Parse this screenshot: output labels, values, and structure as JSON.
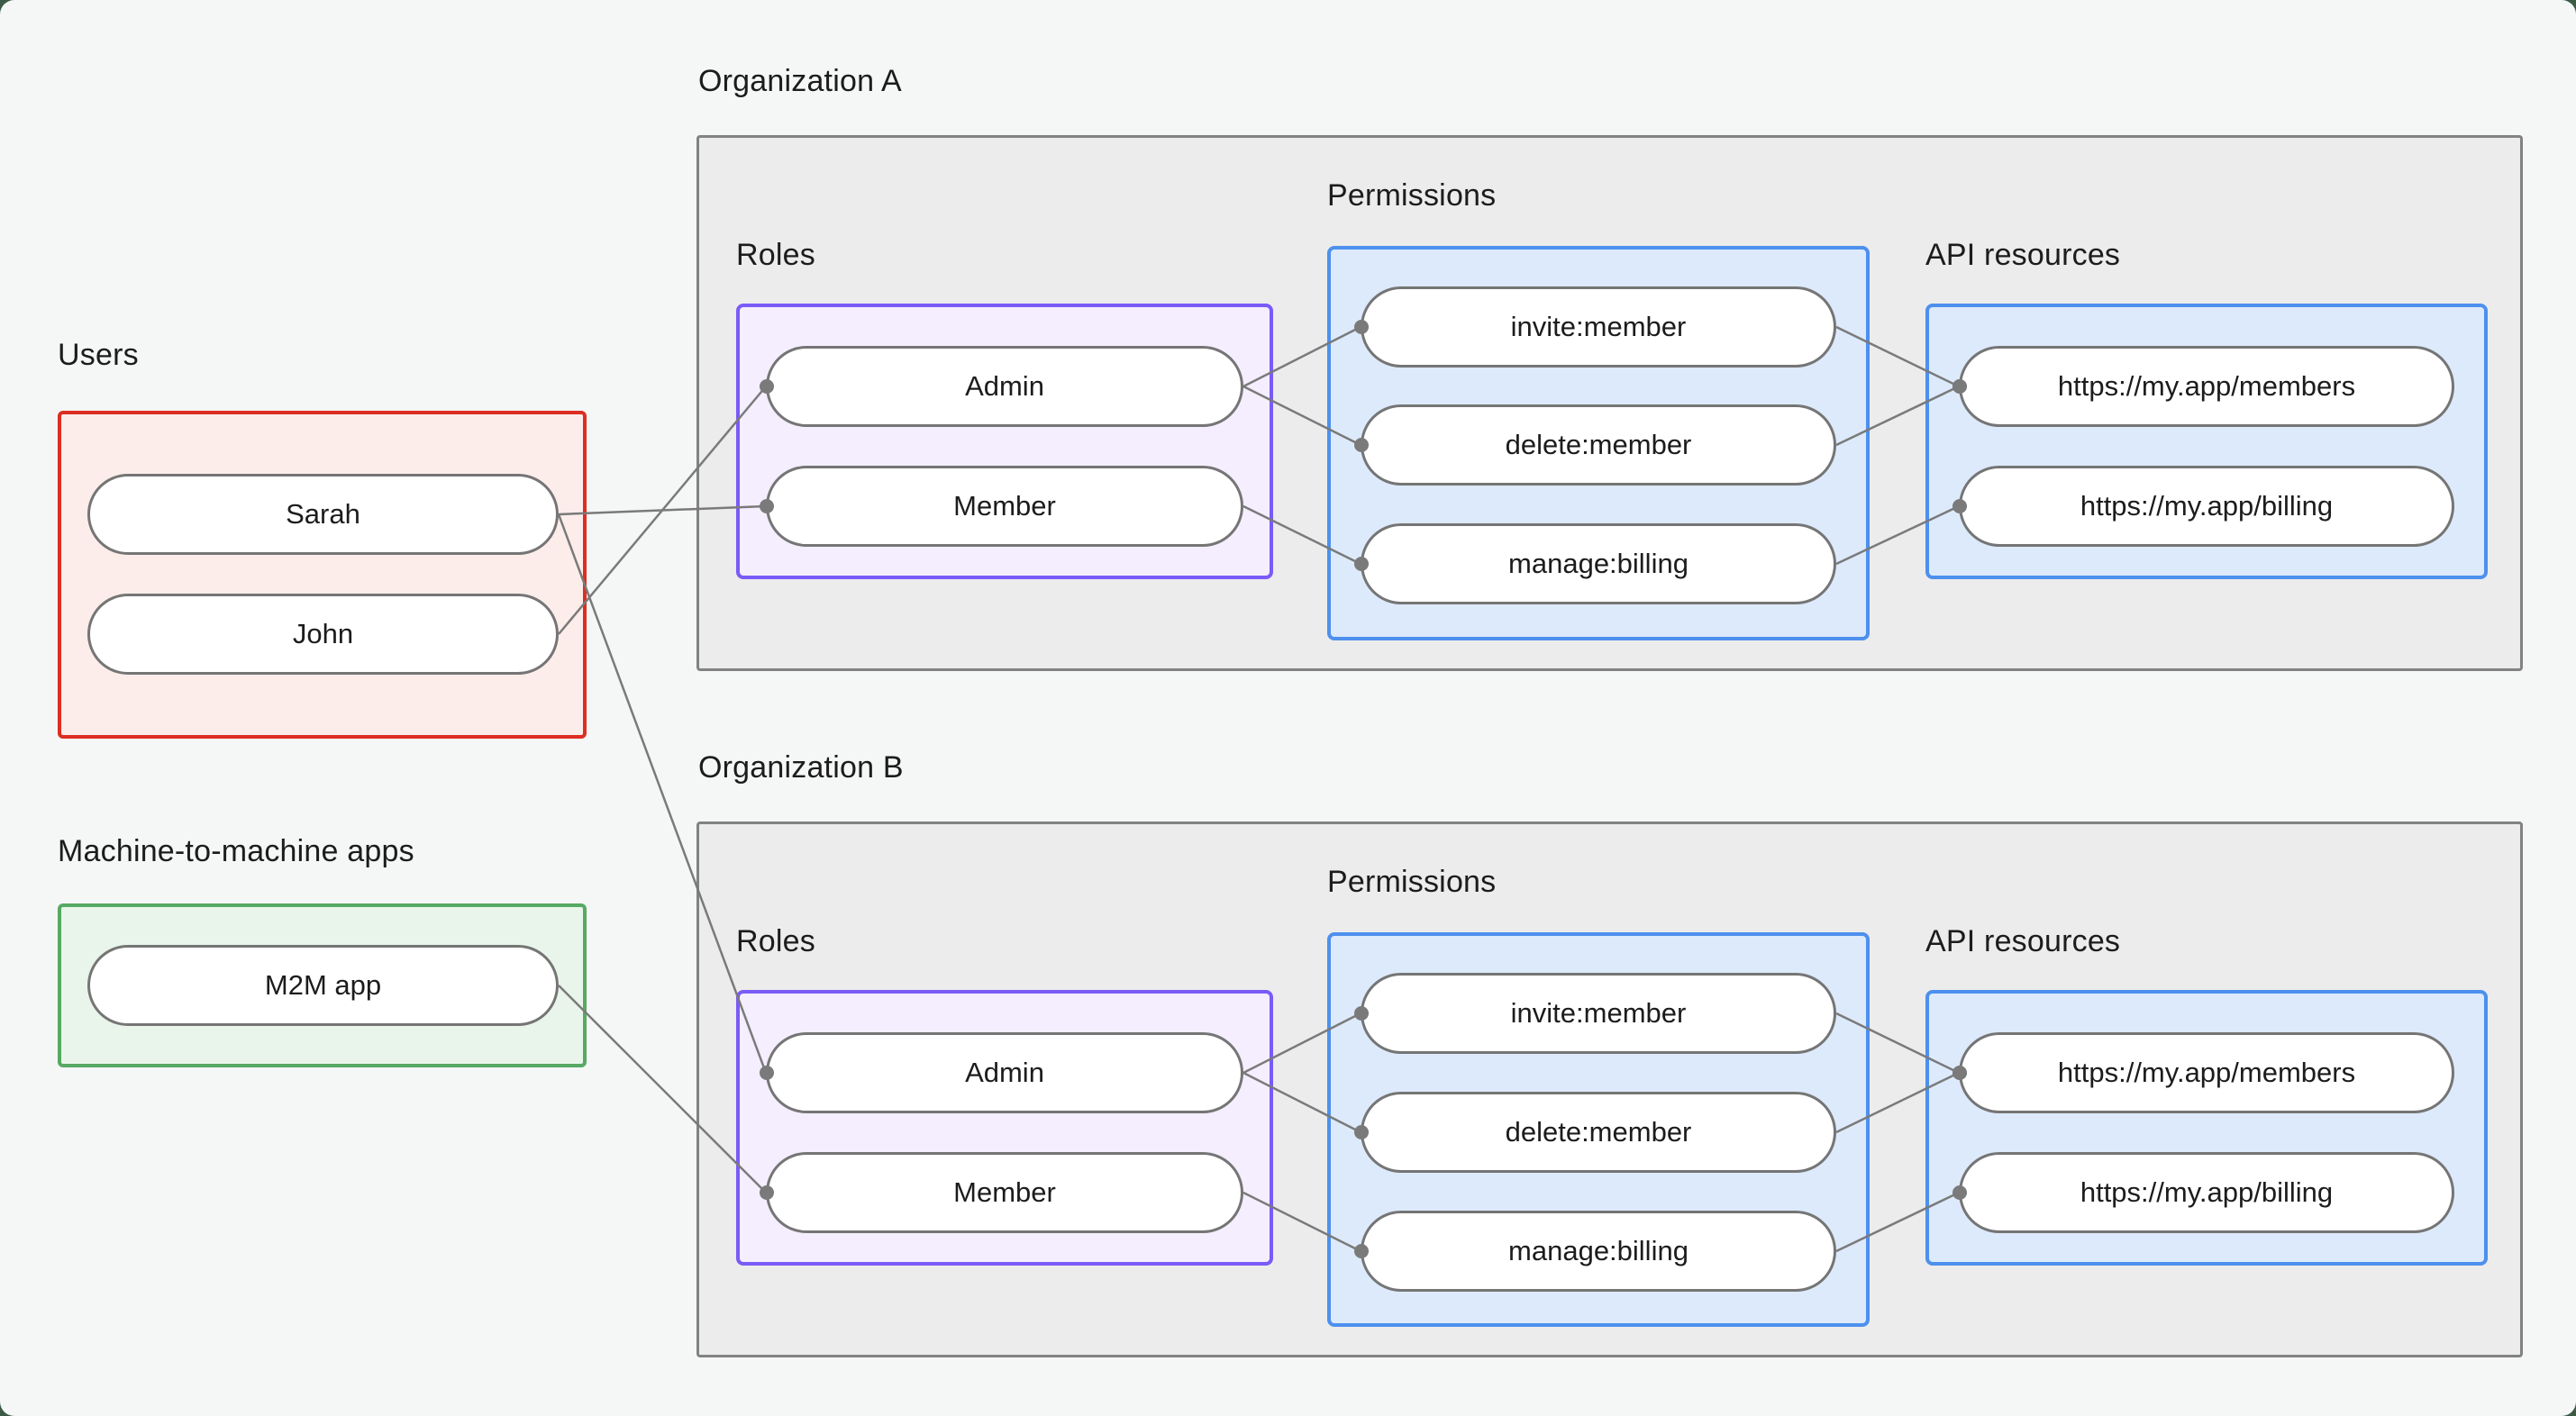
{
  "canvas": {
    "background": "#f5f6f6",
    "outside_background": "#3c5b45"
  },
  "palette": {
    "canvas_bg": "#f5f6f6",
    "line": "#7a7a7a",
    "pill_border": "#757575",
    "text": "#1c1c1c",
    "org_border": "#828282",
    "org_fill": "#ececec",
    "users_border": "#dc2e22",
    "users_fill": "#fcedeb",
    "m2m_border": "#57a963",
    "m2m_fill": "#e9f5ea",
    "roles_border": "#7a5bf7",
    "roles_fill": "#f4eefe",
    "blue_border": "#4d90ee",
    "blue_fill": "#ddeafb"
  },
  "groups": {
    "users": {
      "label": "Users"
    },
    "m2m": {
      "label": "Machine-to-machine apps"
    },
    "org_a": {
      "label": "Organization A",
      "roles_label": "Roles",
      "permissions_label": "Permissions",
      "api_label": "API resources"
    },
    "org_b": {
      "label": "Organization B",
      "roles_label": "Roles",
      "permissions_label": "Permissions",
      "api_label": "API resources"
    }
  },
  "nodes": {
    "sarah": "Sarah",
    "john": "John",
    "m2m_app": "M2M app",
    "admin_a": "Admin",
    "member_a": "Member",
    "invite_a": "invite:member",
    "delete_a": "delete:member",
    "manage_a": "manage:billing",
    "members_api_a": "https://my.app/members",
    "billing_api_a": "https://my.app/billing",
    "admin_b": "Admin",
    "member_b": "Member",
    "invite_b": "invite:member",
    "delete_b": "delete:member",
    "manage_b": "manage:billing",
    "members_api_b": "https://my.app/members",
    "billing_api_b": "https://my.app/billing"
  },
  "edges": [
    {
      "from": "sarah",
      "to": "member_a"
    },
    {
      "from": "john",
      "to": "admin_a"
    },
    {
      "from": "sarah",
      "to": "admin_b"
    },
    {
      "from": "m2m_app",
      "to": "member_b"
    },
    {
      "from": "admin_a",
      "to": "invite_a"
    },
    {
      "from": "admin_a",
      "to": "delete_a"
    },
    {
      "from": "member_a",
      "to": "manage_a"
    },
    {
      "from": "invite_a",
      "to": "members_api_a"
    },
    {
      "from": "delete_a",
      "to": "members_api_a"
    },
    {
      "from": "manage_a",
      "to": "billing_api_a"
    },
    {
      "from": "admin_b",
      "to": "invite_b"
    },
    {
      "from": "admin_b",
      "to": "delete_b"
    },
    {
      "from": "member_b",
      "to": "manage_b"
    },
    {
      "from": "invite_b",
      "to": "members_api_b"
    },
    {
      "from": "delete_b",
      "to": "members_api_b"
    },
    {
      "from": "manage_b",
      "to": "billing_api_b"
    }
  ],
  "edge_style": {
    "line_width": 2.5,
    "dot_radius": 8
  }
}
